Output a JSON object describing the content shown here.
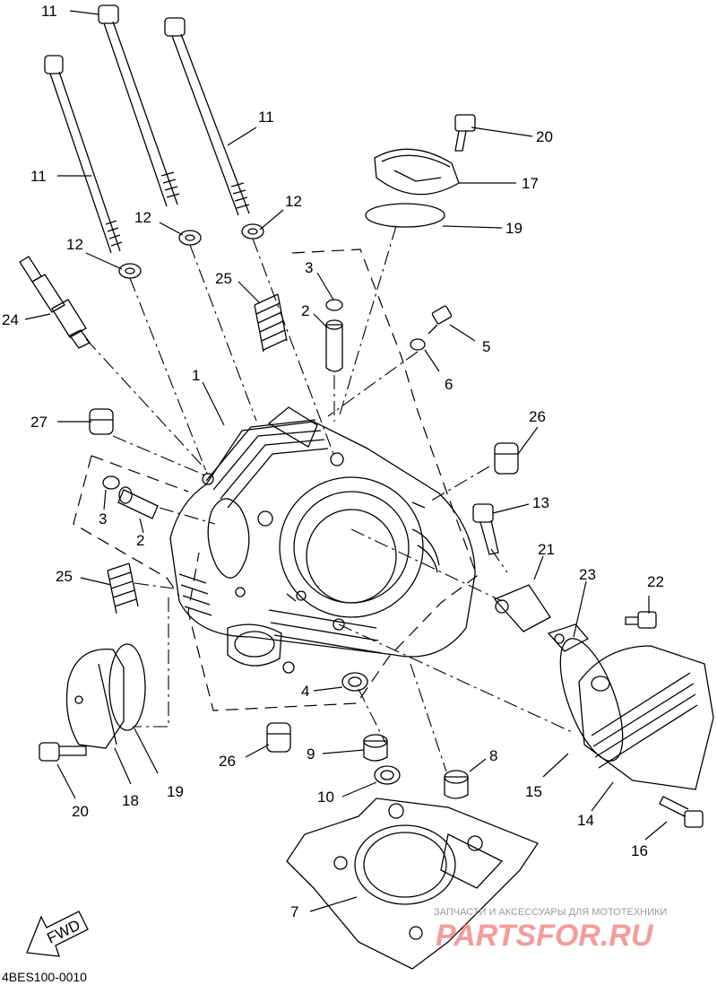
{
  "diagram_code": "4BES100-0010",
  "fwd_label": "FWD",
  "watermark": {
    "subtitle": "ЗАПЧАСТИ И АКСЕССУАРЫ ДЛЯ МОТОТЕХНИКИ",
    "brand": "PARTSFOR.RU"
  },
  "callouts": {
    "c11a": "11",
    "c11b": "11",
    "c11c": "11",
    "c12a": "12",
    "c12b": "12",
    "c12c": "12",
    "c20a": "20",
    "c17": "17",
    "c19a": "19",
    "c3a": "3",
    "c2a": "2",
    "c25a": "25",
    "c24": "24",
    "c5": "5",
    "c6": "6",
    "c1": "1",
    "c27": "27",
    "c26a": "26",
    "c13": "13",
    "c3b": "3",
    "c2b": "2",
    "c21": "21",
    "c23": "23",
    "c22": "22",
    "c25b": "25",
    "c4": "4",
    "c9": "9",
    "c8": "8",
    "c26b": "26",
    "c10": "10",
    "c15": "15",
    "c14": "14",
    "c16": "16",
    "c19b": "19",
    "c18": "18",
    "c20b": "20",
    "c7": "7"
  }
}
